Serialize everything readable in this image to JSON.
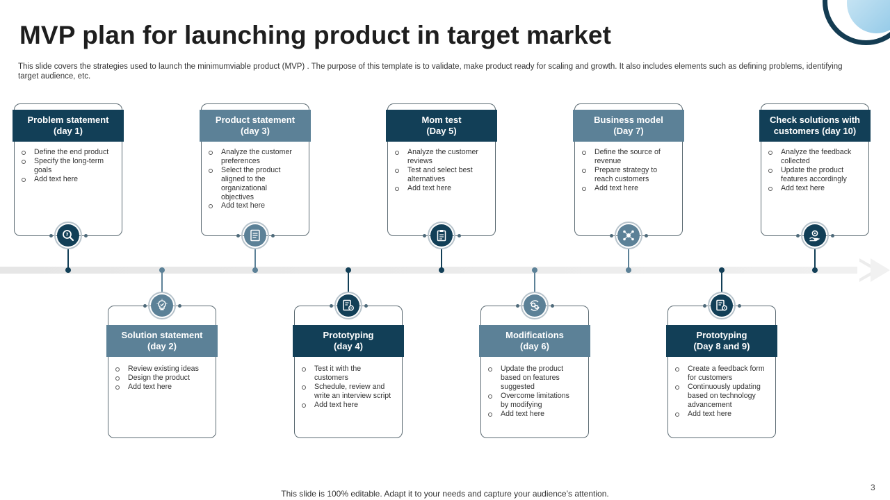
{
  "title": "MVP plan for launching product in target market",
  "subtitle": "This slide covers the strategies used to launch the minimumviable product (MVP)  . The purpose of this template is to validate, make product ready for  scaling and growth. It also includes elements such as defining problems, identifying target audience, etc.",
  "steps": [
    {
      "line1": "Problem statement",
      "line2": "(day 1)",
      "icon": "magnifier-question-icon",
      "items": [
        "Define the end product",
        "Specify the long-term goals",
        "Add text here"
      ]
    },
    {
      "line1": "Solution statement",
      "line2": "(day 2)",
      "icon": "lightbulb-check-icon",
      "items": [
        "Review existing ideas",
        "Design the product",
        "Add text here"
      ]
    },
    {
      "line1": "Product statement",
      "line2": "(day 3)",
      "icon": "document-list-icon",
      "items": [
        "Analyze the customer preferences",
        "Select the product aligned to the organizational objectives",
        "Add text here"
      ]
    },
    {
      "line1": "Prototyping",
      "line2": "(day 4)",
      "icon": "document-gear-icon",
      "items": [
        "Test it with the customers",
        "Schedule, review and write an interview script",
        "Add text here"
      ]
    },
    {
      "line1": "Mom test",
      "line2": "(Day 5)",
      "icon": "clipboard-test-icon",
      "items": [
        "Analyze the customer reviews",
        "Test and select best alternatives",
        "Add text here"
      ]
    },
    {
      "line1": "Modifications",
      "line2": "(day 6)",
      "icon": "gears-cycle-icon",
      "items": [
        "Update the product based on features suggested",
        "Overcome limitations  by modifying",
        "Add text here"
      ]
    },
    {
      "line1": "Business model",
      "line2": "(Day 7)",
      "icon": "network-hub-icon",
      "items": [
        "Define the source of revenue",
        "Prepare strategy to reach customers",
        "Add text here"
      ]
    },
    {
      "line1": "Prototyping",
      "line2": "(Day 8 and 9)",
      "icon": "document-gear-icon",
      "items": [
        "Create a feedback form for customers",
        "Continuously updating based on technology advancement",
        "Add text here"
      ]
    },
    {
      "line1": "Check solutions with",
      "line2": "customers (day 10)",
      "icon": "hand-gear-icon",
      "items": [
        "Analyze the feedback collected",
        "Update the product features accordingly",
        "Add text here"
      ]
    }
  ],
  "footer": "This slide is 100% editable. Adapt it to your needs and capture your audience’s attention.",
  "page_number": "3",
  "colors": {
    "dark": "#123f57",
    "light": "#5c8197",
    "axis": "#e8e8e8"
  }
}
